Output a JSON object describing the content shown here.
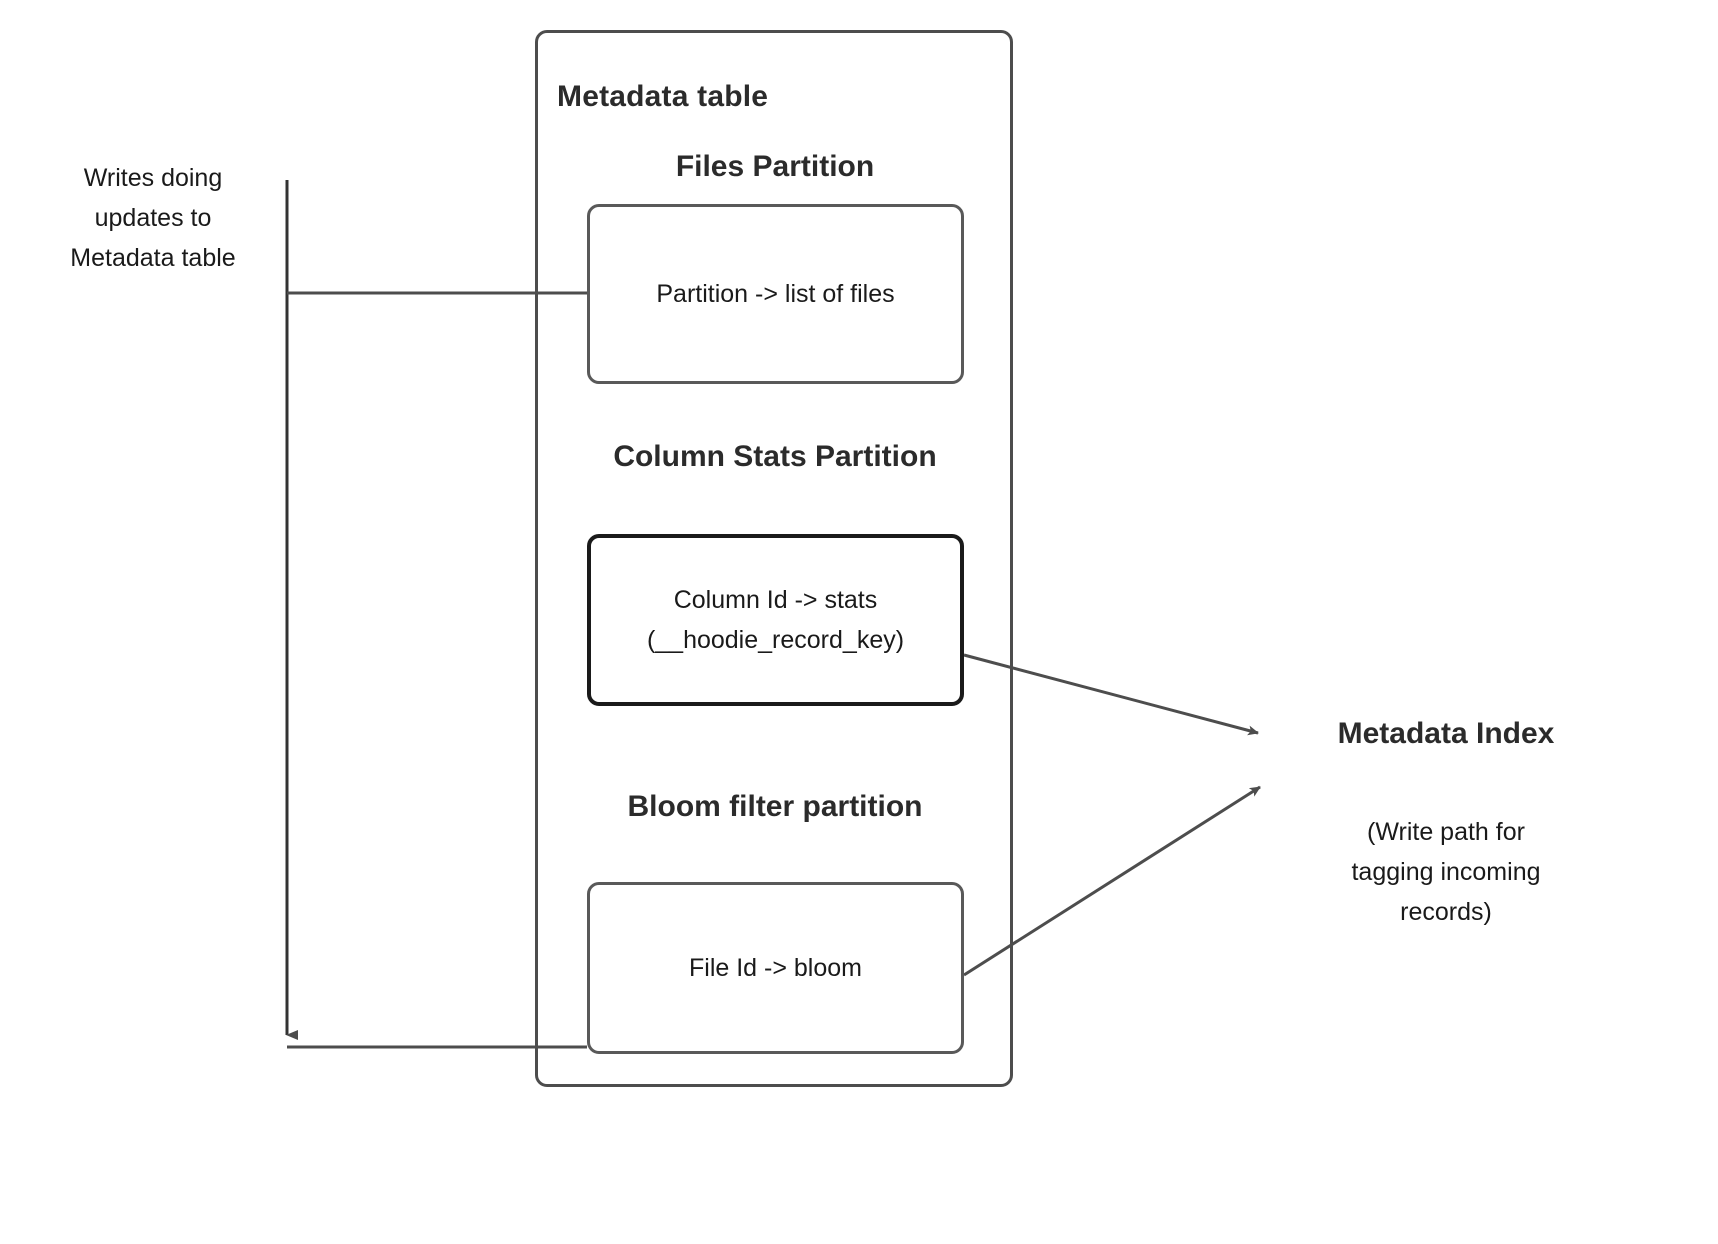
{
  "diagram": {
    "type": "flow-diagram",
    "background_color": "#ffffff",
    "line_color": "#4d4d4d",
    "text_color": "#1a1a1a",
    "heading_color": "#2b2b2b"
  },
  "left_note": {
    "text": "Writes doing\nupdates to\nMetadata table"
  },
  "metadata_table": {
    "title": "Metadata table",
    "partitions": [
      {
        "heading": "Files Partition",
        "box_text": "Partition -> list of files"
      },
      {
        "heading": "Column Stats\nPartition",
        "box_text": "Column Id  -> stats\n(__hoodie_record_key)"
      },
      {
        "heading": "Bloom filter\npartition",
        "box_text": "File Id -> bloom"
      }
    ]
  },
  "metadata_index": {
    "title": "Metadata Index",
    "subtitle": "(Write path for\ntagging incoming\nrecords)"
  },
  "connectors": [
    {
      "name": "writes-to-files-partition",
      "kind": "elbow-line",
      "arrowhead": false
    },
    {
      "name": "writes-to-bloom-partition",
      "kind": "elbow-line",
      "arrowhead": true
    },
    {
      "name": "colstats-to-metadata-index",
      "kind": "diagonal-arrow",
      "arrowhead": true
    },
    {
      "name": "bloom-to-metadata-index",
      "kind": "diagonal-arrow",
      "arrowhead": true
    }
  ]
}
